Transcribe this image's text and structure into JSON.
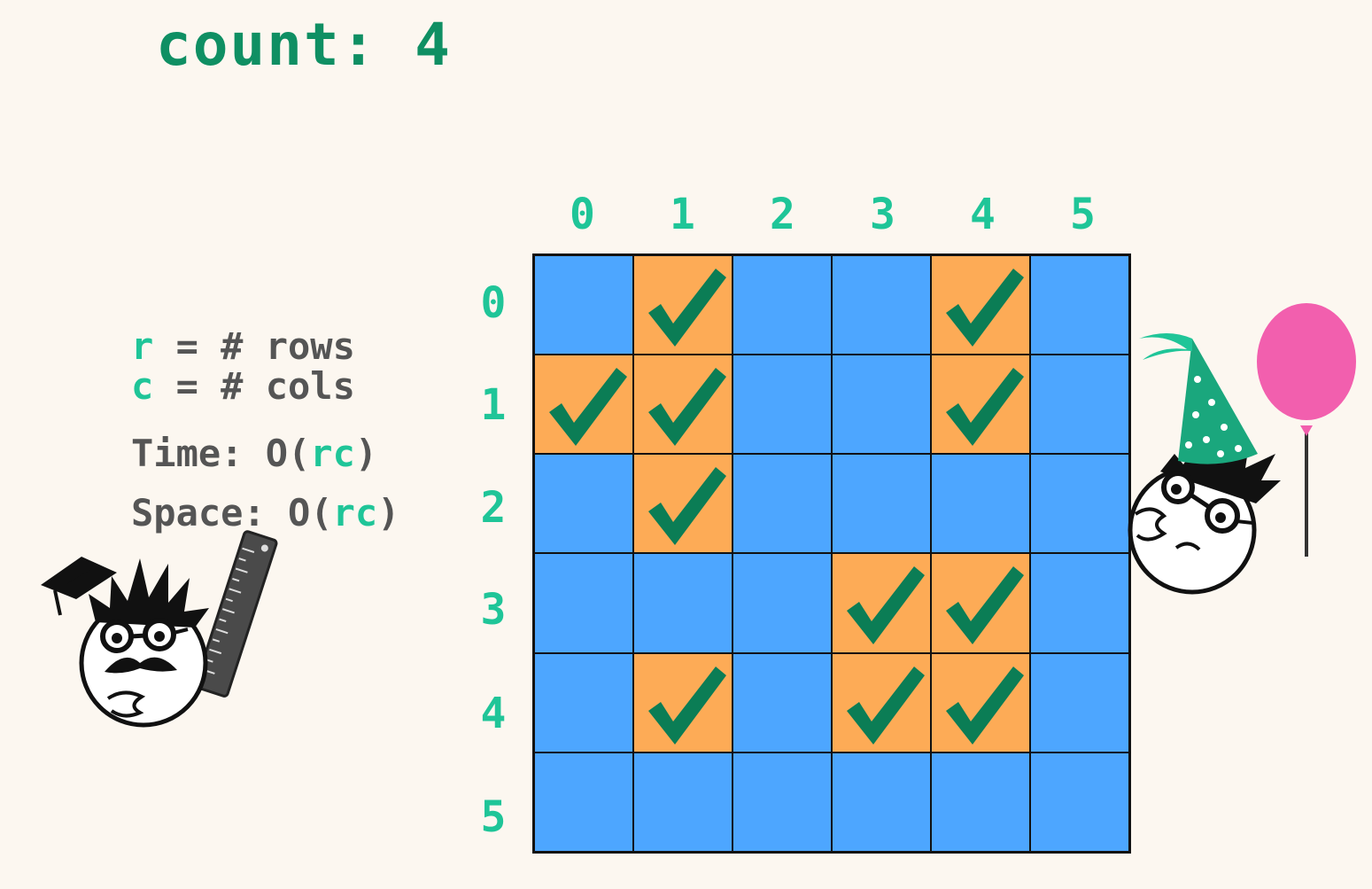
{
  "count_text": "count: 4",
  "legend": {
    "r_var": "r",
    "r_rest": " = # rows",
    "c_var": "c",
    "c_rest": " = # cols",
    "time_prefix": "Time: O(",
    "time_var": "rc",
    "time_suffix": ")",
    "space_prefix": "Space: O(",
    "space_var": "rc",
    "space_suffix": ")"
  },
  "grid": {
    "col_labels": [
      "0",
      "1",
      "2",
      "3",
      "4",
      "5"
    ],
    "row_labels": [
      "0",
      "1",
      "2",
      "3",
      "4",
      "5"
    ],
    "visited": [
      [
        0,
        1,
        0,
        0,
        1,
        0
      ],
      [
        1,
        1,
        0,
        0,
        1,
        0
      ],
      [
        0,
        1,
        0,
        0,
        0,
        0
      ],
      [
        0,
        0,
        0,
        1,
        1,
        0
      ],
      [
        0,
        1,
        0,
        1,
        1,
        0
      ],
      [
        0,
        0,
        0,
        0,
        0,
        0
      ]
    ]
  },
  "colors": {
    "unvisited": "#4da6ff",
    "visited": "#fdab56",
    "check": "#0b7d55",
    "heading": "#0f8f63",
    "accent": "#1fc598",
    "balloon": "#f25fae"
  },
  "icons": {
    "check": "check-icon",
    "professor": "professor-character-icon",
    "party": "party-character-icon",
    "balloon": "balloon-icon"
  }
}
